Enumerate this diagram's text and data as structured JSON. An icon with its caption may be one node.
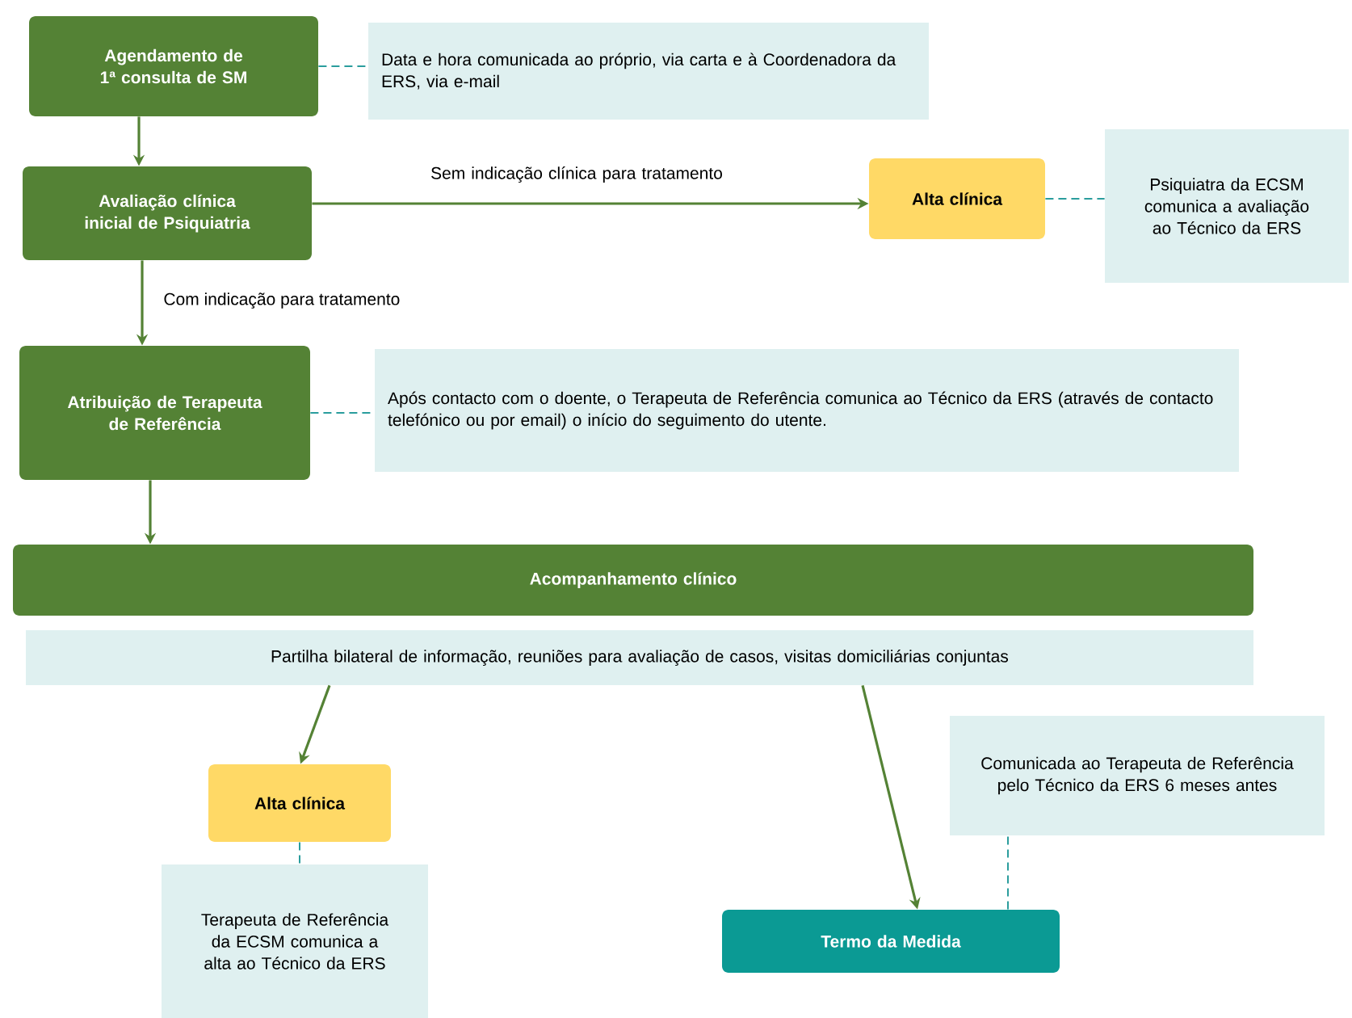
{
  "diagram": {
    "nodes": [
      {
        "text": [
          "Agendamento de 1ª consulta de SM"
        ]
      },
      {
        "text": [
          "Data e hora comunicada ao próprio, via carta e à Coordenadora da ERS, via e-mail"
        ]
      },
      {
        "text": [
          "Avaliação clínica inicial de Psiquiatria"
        ]
      },
      {
        "text": [
          "Alta clínica"
        ]
      },
      {
        "text": [
          "Psiquiatra da ECSM comunica a avaliação ao Técnico da ERS"
        ]
      },
      {
        "text": [
          "Atribuição de Terapeuta de Referência"
        ]
      },
      {
        "text": [
          "Após contacto com o doente, o Terapeuta de Referência comunica ao Técnico da ERS (através de contacto telefónico ou por email) o início do seguimento do utente."
        ]
      },
      {
        "text": [
          "Acompanhamento clínico"
        ]
      },
      {
        "text": [
          "Partilha bilateral de informação, reuniões para avaliação de casos, visitas domiciliárias conjuntas"
        ]
      },
      {
        "text": [
          "Alta clínica"
        ]
      },
      {
        "text": [
          "Terapeuta de Referência da ECSM comunica a alta ao Técnico da ERS"
        ]
      },
      {
        "text": [
          "Termo da Medida"
        ]
      },
      {
        "text": [
          "Comunicada ao Terapeuta de Referência pelo Técnico da ERS 6 meses antes"
        ]
      }
    ],
    "edges": [
      {
        "from": 0,
        "to": 2,
        "arrow": "to"
      },
      {
        "from": 0,
        "to": 1,
        "arrow": "none",
        "style": "dashed",
        "color": "#2a9d9d"
      },
      {
        "from": 2,
        "to": 3,
        "arrow": "to",
        "label": "Sem indicação clínica para tratamento"
      },
      {
        "from": 3,
        "to": 4,
        "arrow": "none",
        "style": "dashed",
        "color": "#2a9d9d"
      },
      {
        "from": 2,
        "to": 5,
        "arrow": "to",
        "label": "Com indicação para tratamento"
      },
      {
        "from": 5,
        "to": 6,
        "arrow": "none",
        "style": "dashed",
        "color": "#2a9d9d"
      },
      {
        "from": 5,
        "to": 7,
        "arrow": "to"
      },
      {
        "from": 8,
        "to": 9,
        "arrow": "to"
      },
      {
        "from": 8,
        "to": 11,
        "arrow": "to"
      },
      {
        "from": 9,
        "to": 10,
        "arrow": "none",
        "style": "dashed",
        "color": "#2a9d9d"
      },
      {
        "from": 11,
        "to": 12,
        "arrow": "none",
        "style": "dashed",
        "color": "#2a9d9d"
      }
    ]
  }
}
